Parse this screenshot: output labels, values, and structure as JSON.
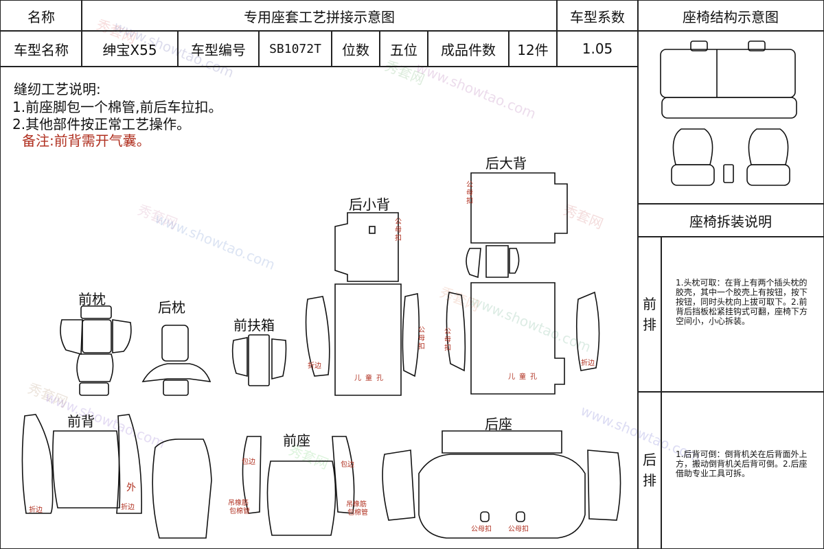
{
  "header": {
    "name_label": "名称",
    "title": "专用座套工艺拼接示意图",
    "coef_label": "车型系数",
    "structure_title": "座椅结构示意图",
    "model_name_label": "车型名称",
    "model_name": "绅宝X55",
    "model_code_label": "车型编号",
    "model_code": "SB1072T",
    "seats_label": "位数",
    "seats": "五位",
    "pieces_label": "成品件数",
    "pieces": "12件",
    "coef": "1.05"
  },
  "process": {
    "title": "缝纫工艺说明:",
    "line1": "1.前座脚包一个棉管,前后车拉扣。",
    "line2": "2.其他部件按正常工艺操作。",
    "remark": "备注:前背需开气囊。"
  },
  "parts": {
    "rear_large_back": "后大背",
    "rear_small_back": "后小背",
    "front_headrest": "前枕",
    "rear_headrest": "后枕",
    "front_armrest": "前扶箱",
    "front_back": "前背",
    "front_seat": "前座",
    "rear_seat": "后座"
  },
  "annotations": {
    "male_female_buckle": "公母扣",
    "light_child_hole": "儿童孔",
    "fold_edge": "折边",
    "outer": "外",
    "wrap_edge": "包边",
    "elastic": "吊橡筋",
    "cotton_pipe": "包棉管"
  },
  "install": {
    "title": "座椅拆装说明",
    "front_label": "前排",
    "front_text": "1.头枕可取：在背上有两个插头枕的胶壳，其中一个胶壳上有按钮，按下按钮，同时头枕向上拔可取下。2.前背后挡板松紧挂钩式可翻，座椅下方空间小，小心拆装。",
    "rear_label": "后排",
    "rear_text": "1.后背可倒：倒背机关在后背面外上方，搬动倒背机关后背可倒。2.后座借助专业工具可拆。"
  },
  "watermark": {
    "brand": "秀套网",
    "url": "www.showtao.com"
  }
}
